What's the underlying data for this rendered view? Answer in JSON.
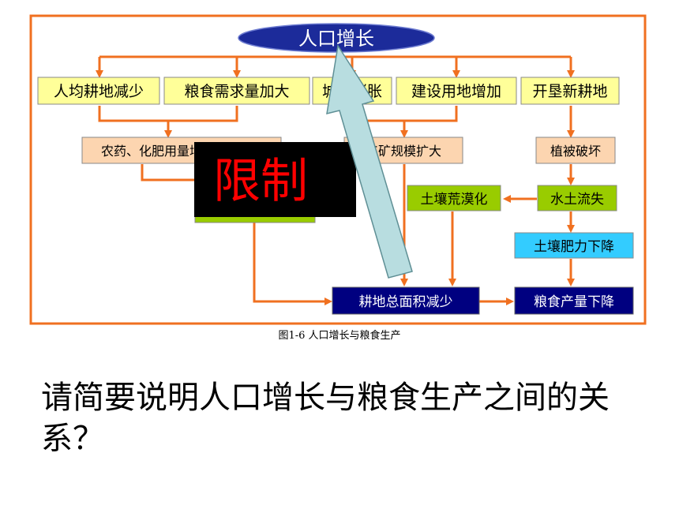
{
  "diagram": {
    "top_node": "人口增长",
    "row1": [
      "人均耕地减少",
      "粮食需求量加大",
      "城市膨胀",
      "建设用地增加",
      "开垦新耕地"
    ],
    "row2_left": "农药、化肥用量增加",
    "row2_mid": "工矿规模扩大",
    "row2_right": "植被破坏",
    "desert": "土壤荒漠化",
    "erosion": "水土流失",
    "fertility": "土壤肥力下降",
    "farmland": "耕地总面积减少",
    "grain_output": "粮食产量下降",
    "overlay_label": "限制",
    "colors": {
      "frame": "#f07020",
      "arrow": "#f07020",
      "top_ellipse": "#1c2b9a",
      "yellow_box": "#ffff99",
      "peach_box": "#fcd5b0",
      "green_box": "#99cc00",
      "cyan_box": "#33ccff",
      "navy_box": "#000080",
      "overlay_bg": "#000000",
      "overlay_text": "#ff0000",
      "big_arrow": "#b8dde0"
    }
  },
  "caption": "图1-6 人口增长与粮食生产",
  "question": "请简要说明人口增长与粮食生产之间的关系？"
}
